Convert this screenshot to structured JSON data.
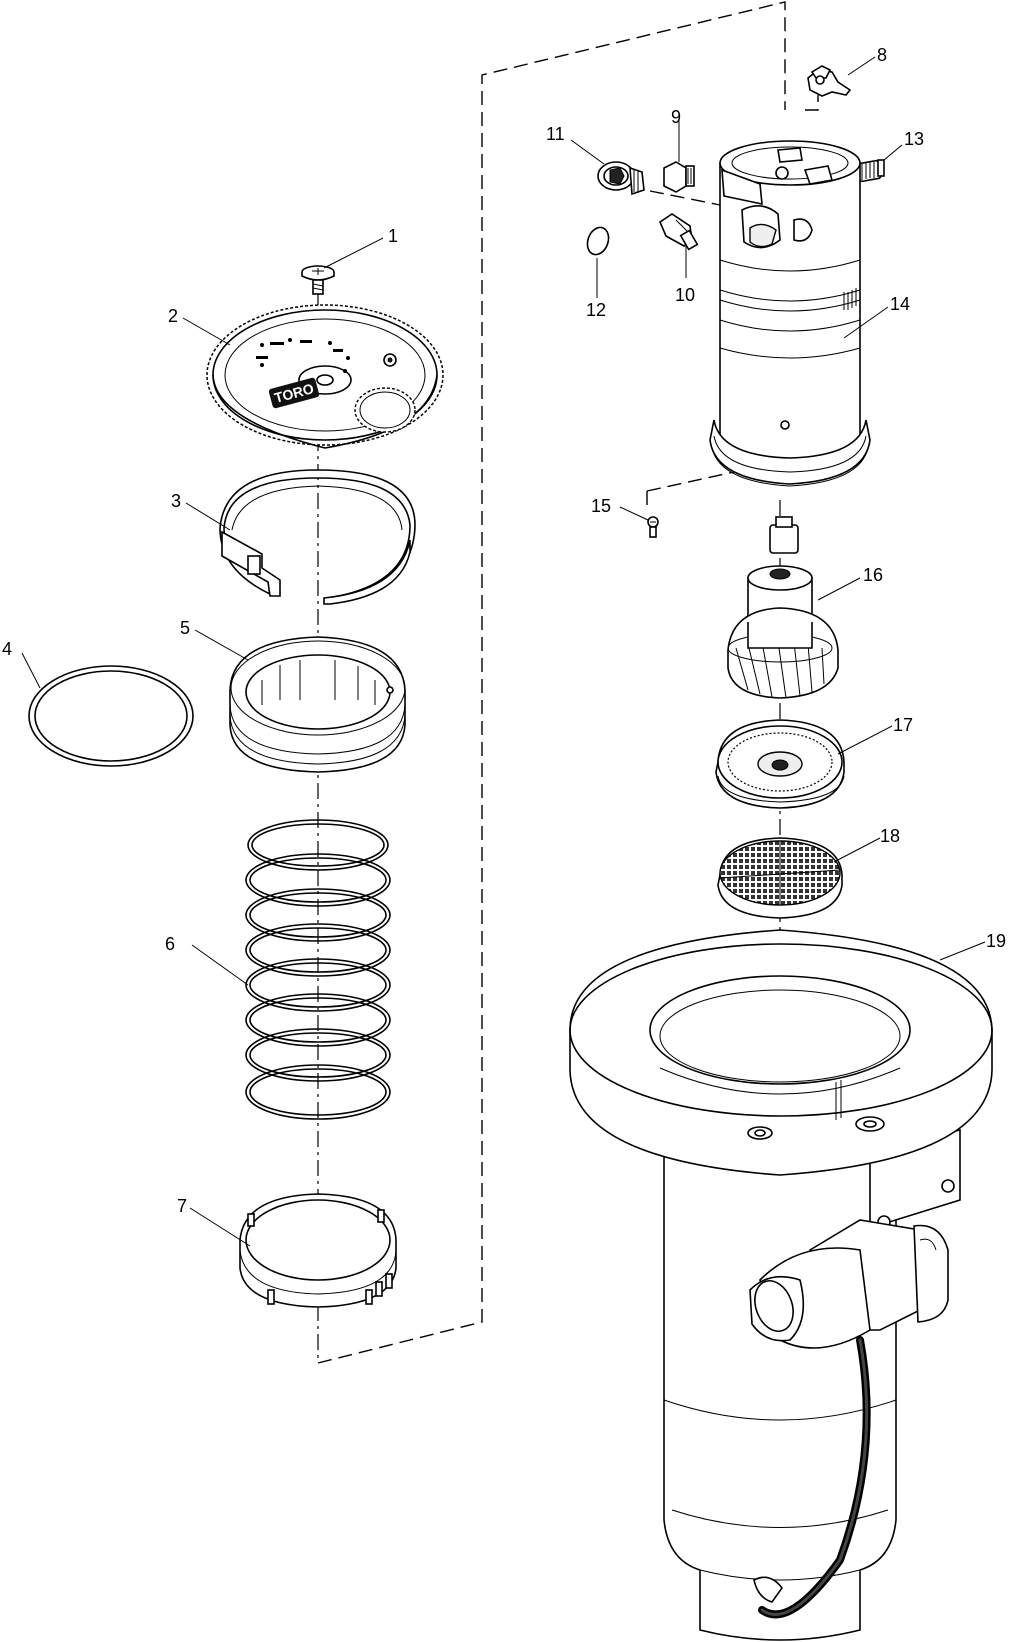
{
  "diagram": {
    "callouts": [
      {
        "id": "1",
        "label": "1"
      },
      {
        "id": "2",
        "label": "2"
      },
      {
        "id": "3",
        "label": "3"
      },
      {
        "id": "4",
        "label": "4"
      },
      {
        "id": "5",
        "label": "5"
      },
      {
        "id": "6",
        "label": "6"
      },
      {
        "id": "7",
        "label": "7"
      },
      {
        "id": "8",
        "label": "8"
      },
      {
        "id": "9",
        "label": "9"
      },
      {
        "id": "10",
        "label": "10"
      },
      {
        "id": "11",
        "label": "11"
      },
      {
        "id": "12",
        "label": "12"
      },
      {
        "id": "13",
        "label": "13"
      },
      {
        "id": "14",
        "label": "14"
      },
      {
        "id": "15",
        "label": "15"
      },
      {
        "id": "16",
        "label": "16"
      },
      {
        "id": "17",
        "label": "17"
      },
      {
        "id": "18",
        "label": "18"
      },
      {
        "id": "19",
        "label": "19"
      }
    ],
    "gear_logo": "TORO"
  }
}
